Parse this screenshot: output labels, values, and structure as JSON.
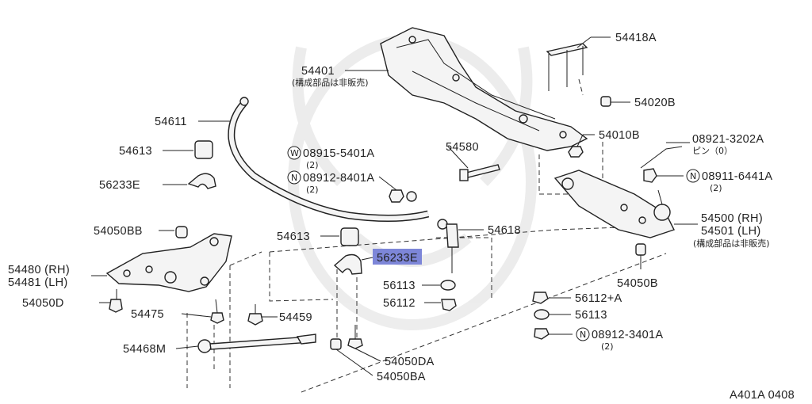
{
  "diagram_code": "A401A 0408",
  "labels": {
    "p54418A": "54418A",
    "p54401": "54401",
    "p54401_note": "(構成部品は非販売)",
    "p54020B": "54020B",
    "p54611": "54611",
    "p54010B": "54010B",
    "p08921": "08921-3202A",
    "p08921_sub": "ピン（0）",
    "p54613a": "54613",
    "p08915": "08915-5401A",
    "p08915_qty": "(2)",
    "p08915_sym": "W",
    "p54580": "54580",
    "p08912a": "08912-8401A",
    "p08912a_qty": "(2)",
    "p08912a_sym": "N",
    "p08911": "08911-6441A",
    "p08911_qty": "(2)",
    "p08911_sym": "N",
    "p56233Ea": "56233E",
    "p54500": "54500 (RH)",
    "p54501": "54501 (LH)",
    "p54501_note": "(構成部品は非販売)",
    "p54050BB": "54050BB",
    "p54618": "54618",
    "p54613b": "54613",
    "p56233Eb": "56233E",
    "p54480": "54480 (RH)",
    "p54481": "54481 (LH)",
    "p56113a": "56113",
    "p54050B": "54050B",
    "p56112": "56112",
    "p56112A": "56112+A",
    "p54050D": "54050D",
    "p56113b": "56113",
    "p54475": "54475",
    "p54459": "54459",
    "p08912b": "08912-3401A",
    "p08912b_qty": "(2)",
    "p08912b_sym": "N",
    "p54468M": "54468M",
    "p54050DA": "54050DA",
    "p54050BA": "54050BA"
  },
  "colors": {
    "highlight": "#7d86d8",
    "ink": "#222222"
  }
}
